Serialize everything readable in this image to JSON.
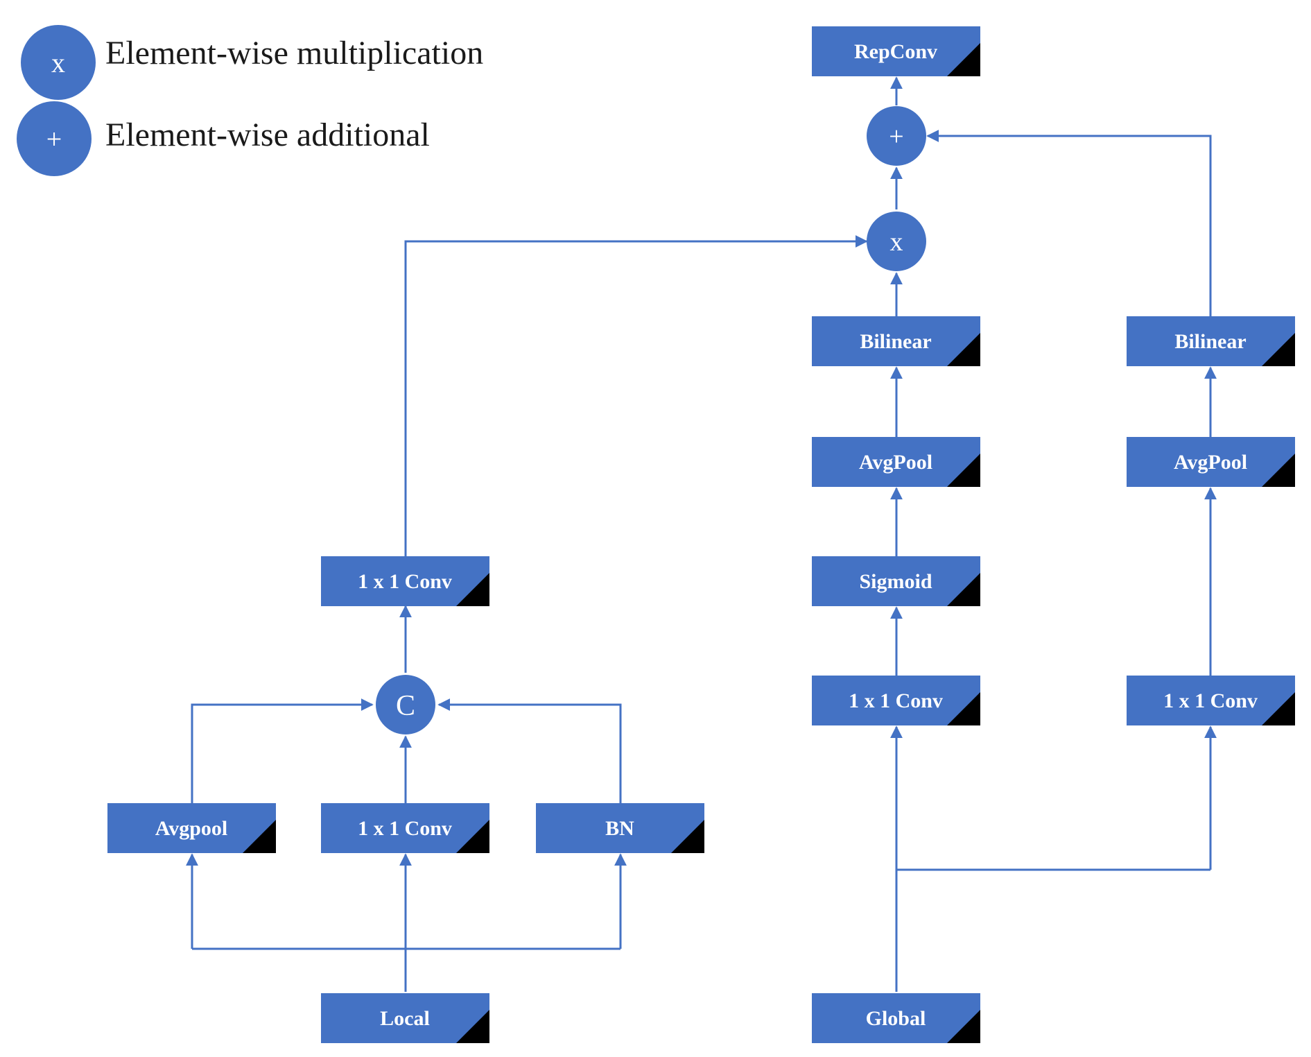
{
  "legend": {
    "multiply_symbol": "x",
    "multiply_label": "Element-wise multiplication",
    "add_symbol": "+",
    "add_label": "Element-wise additional"
  },
  "boxes": {
    "repconv": "RepConv",
    "bilinear_center": "Bilinear",
    "bilinear_right": "Bilinear",
    "avgpool_center": "AvgPool",
    "avgpool_right": "AvgPool",
    "conv_left": "1 x 1 Conv",
    "sigmoid": "Sigmoid",
    "conv_center": "1 x 1 Conv",
    "conv_right": "1 x 1 Conv",
    "avgpool_left": "Avgpool",
    "conv_mid": "1 x 1 Conv",
    "bn": "BN",
    "local": "Local",
    "global": "Global"
  },
  "operators": {
    "add": "+",
    "multiply": "x",
    "concat": "C"
  },
  "colors": {
    "fill": "#4472c4",
    "line": "#4472c4",
    "corner": "#000000"
  }
}
